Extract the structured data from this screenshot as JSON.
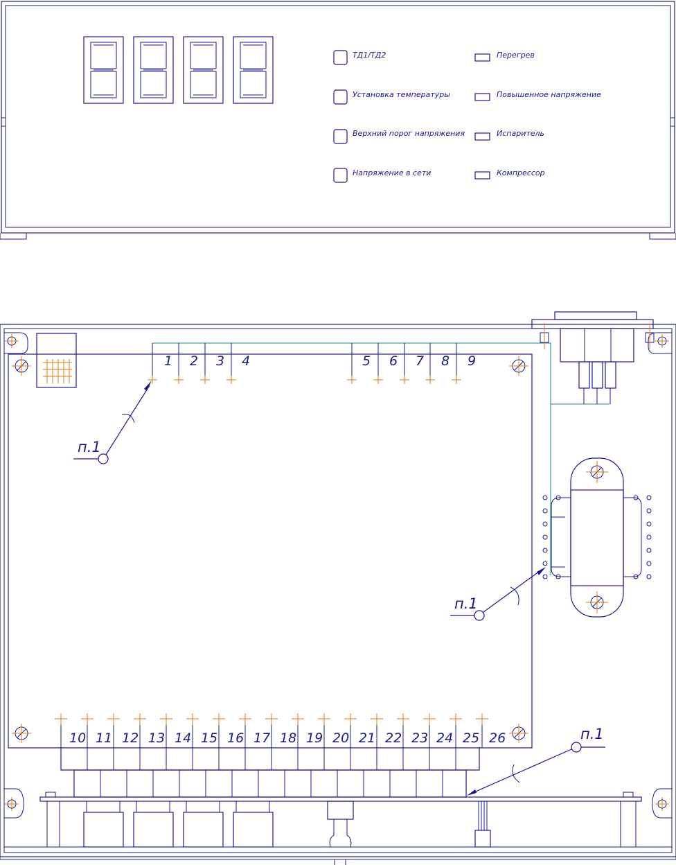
{
  "front_panel": {
    "buttons": [
      {
        "label": "ТД1/ТД2"
      },
      {
        "label": "Установка температуры"
      },
      {
        "label": "Верхний порог напряжения"
      },
      {
        "label": "Напряжение в сети"
      }
    ],
    "indicators": [
      {
        "label": "Перегрев"
      },
      {
        "label": "Повышенное напряжение"
      },
      {
        "label": "Испаритель"
      },
      {
        "label": "Компрессор"
      }
    ]
  },
  "pcb": {
    "top_pins": [
      "1",
      "2",
      "3",
      "4",
      "5",
      "6",
      "7",
      "8",
      "9"
    ],
    "bottom_pins": [
      "10",
      "11",
      "12",
      "13",
      "14",
      "15",
      "16",
      "17",
      "18",
      "19",
      "20",
      "21",
      "22",
      "23",
      "24",
      "25",
      "26"
    ]
  },
  "callouts": [
    "п.1",
    "п.1",
    "п.1"
  ],
  "colors": {
    "line": "#1a1a8c",
    "wire": "#1f8a8a",
    "center_mark": "#e07a10"
  }
}
